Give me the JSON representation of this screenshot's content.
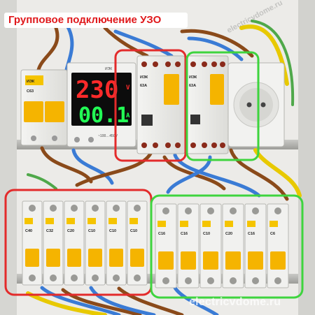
{
  "title": "Групповое подключение УЗО",
  "watermark_top": "electricvdome.ru",
  "watermark_bottom": "electricvdome.ru",
  "meter": {
    "voltage": "230",
    "current": "00.1",
    "unit_v": "V",
    "unit_a": "A",
    "range_text": "~100…450V",
    "brand": "ИЭК"
  },
  "rcd_1": {
    "rating": "63A",
    "brand": "ИЭК"
  },
  "rcd_2": {
    "rating": "63A",
    "brand": "ИЭК"
  },
  "main_breaker": {
    "rating": "C63",
    "brand": "ИЭК"
  },
  "group_left": [
    {
      "rating": "C40"
    },
    {
      "rating": "C32"
    },
    {
      "rating": "C20"
    },
    {
      "rating": "C10"
    },
    {
      "rating": "C10"
    },
    {
      "rating": "C10"
    }
  ],
  "group_right": [
    {
      "rating": "C16"
    },
    {
      "rating": "C16"
    },
    {
      "rating": "C10"
    },
    {
      "rating": "C20"
    },
    {
      "rating": "C16"
    },
    {
      "rating": "C6"
    }
  ],
  "colors": {
    "highlight_red": "#e32b2b",
    "highlight_green": "#3ed43e",
    "led_red": "#ff2a2a",
    "led_green": "#22ff55",
    "lever_yellow": "#f5b400"
  }
}
